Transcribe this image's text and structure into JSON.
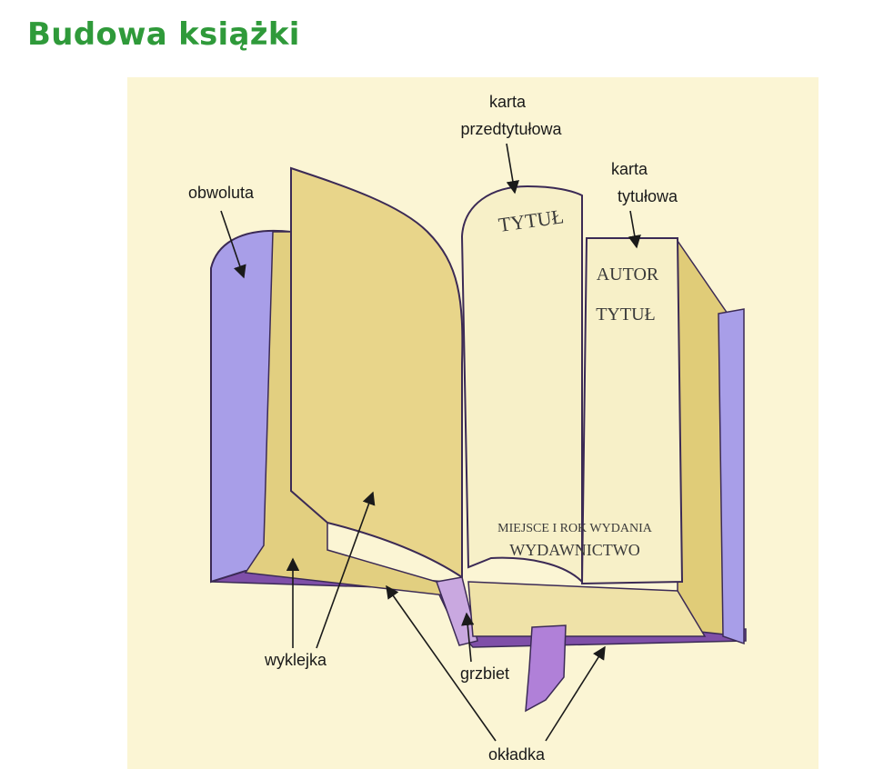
{
  "title": "Budowa książki",
  "labels": {
    "karta_przedtytulowa": [
      "karta",
      "przedtytułowa"
    ],
    "karta_tytulowa": [
      "karta",
      "tytułowa"
    ],
    "obwoluta": "obwoluta",
    "wyklejka": "wyklejka",
    "grzbiet": "grzbiet",
    "okladka": "okładka"
  },
  "book_text": {
    "half_title": "TYTUŁ",
    "author": "AUTOR",
    "title": "TYTUŁ",
    "place_year": "MIEJSCE I ROK WYDANIA",
    "publisher": "WYDAWNICTWO"
  },
  "colors": {
    "title": "#2f9a3a",
    "jacket": "#a89ee8",
    "cover": "#7f4fa8",
    "endpaper": "#e2cf80",
    "page": "#f7f0c8",
    "ribbon": "#b080d8",
    "background": "#fbf5d4"
  }
}
